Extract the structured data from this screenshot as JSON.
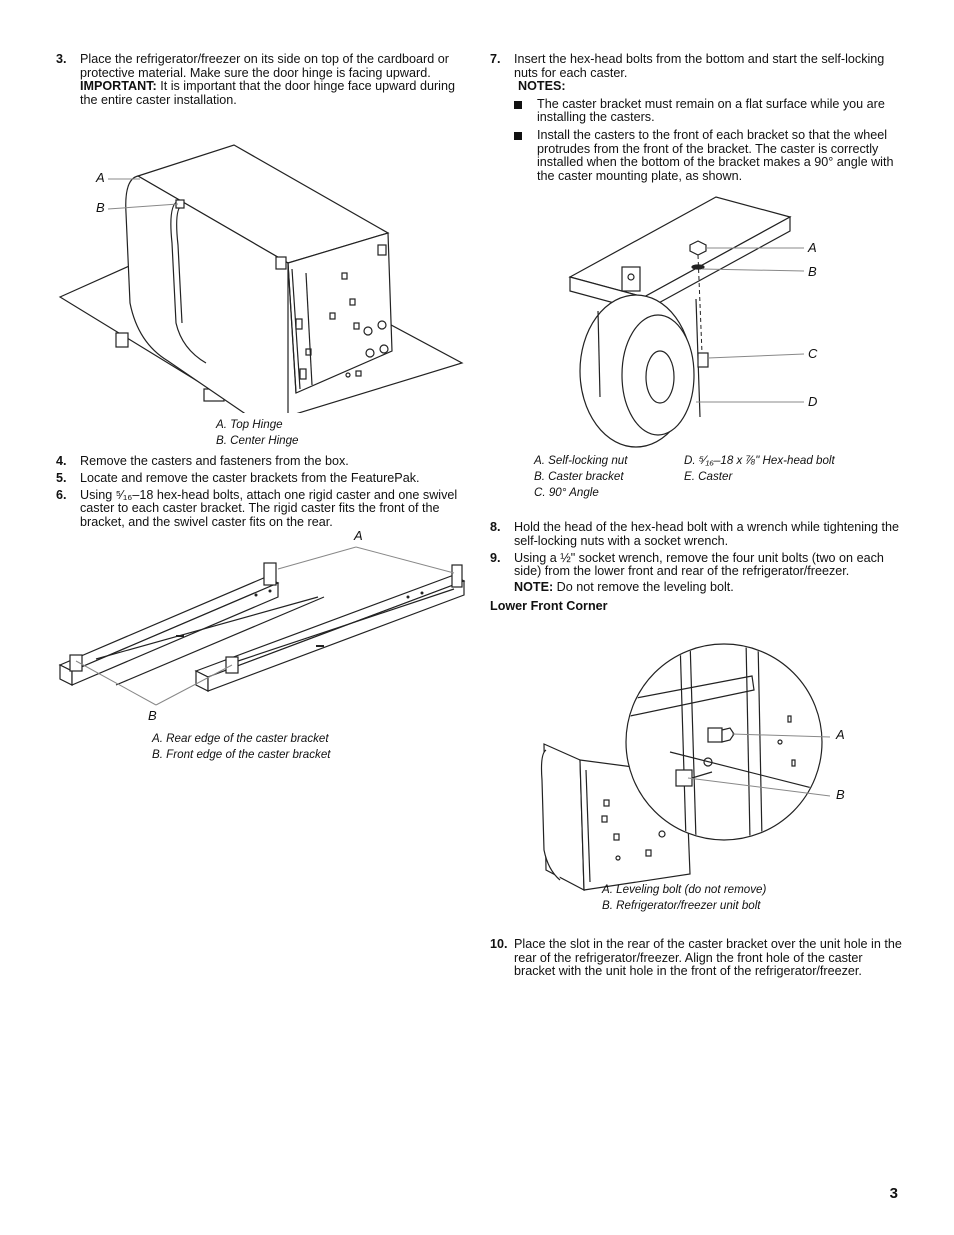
{
  "page_number": "3",
  "left": {
    "step3": {
      "num": "3.",
      "text": "Place the refrigerator/freezer on its side on top of the cardboard or protective material. Make sure the door hinge is facing upward.",
      "important_label": "IMPORTANT:",
      "important_text": " It is important that the door hinge face upward during the entire caster installation."
    },
    "fig1": {
      "label_a": "A",
      "label_b": "B",
      "caption_a": "A. Top Hinge",
      "caption_b": "B. Center Hinge"
    },
    "step4": {
      "num": "4.",
      "text": "Remove the casters and fasteners from the box."
    },
    "step5": {
      "num": "5.",
      "text": "Locate and remove the caster brackets from the FeaturePak."
    },
    "step6": {
      "num": "6.",
      "text": "Using ⁵⁄₁₆–18 hex-head bolts, attach one rigid caster and one swivel caster to each caster bracket. The rigid caster fits the front of the bracket, and the swivel caster fits on the rear."
    },
    "fig2": {
      "label_a": "A",
      "label_b": "B",
      "caption_a": "A. Rear edge of the caster bracket",
      "caption_b": "B. Front edge of the caster bracket"
    }
  },
  "right": {
    "step7": {
      "num": "7.",
      "text": "Insert the hex-head bolts from the bottom and start the self-locking nuts for each caster.",
      "notes_label": "NOTES:",
      "bullets": [
        "The caster bracket must remain on a flat surface while you are installing the casters.",
        "Install the casters to the front of each bracket so that the wheel protrudes from the front of the bracket. The caster is correctly installed when the bottom of the bracket makes a 90° angle with the caster mounting plate, as shown."
      ]
    },
    "fig3": {
      "label_a": "A",
      "label_b": "B",
      "label_c": "C",
      "label_d": "D",
      "caption_a": "A. Self-locking nut",
      "caption_b": "B. Caster bracket",
      "caption_c": "C. 90° Angle",
      "caption_d": "D. ⁵⁄₁₆–18 x ⅞\" Hex-head bolt",
      "caption_e": "E. Caster"
    },
    "step8": {
      "num": "8.",
      "text": "Hold the head of the hex-head bolt with a wrench while tightening the self-locking nuts with a socket wrench."
    },
    "step9": {
      "num": "9.",
      "text": "Using a ½\" socket wrench, remove the four unit bolts (two on each side) from the lower front and rear of the refrigerator/freezer.",
      "note_label": "NOTE:",
      "note_text": " Do not remove the leveling bolt."
    },
    "section_heading": "Lower Front Corner",
    "fig4": {
      "label_a": "A",
      "label_b": "B",
      "caption_a": "A. Leveling bolt (do not remove)",
      "caption_b": "B. Refrigerator/freezer unit bolt"
    },
    "step10": {
      "num": "10.",
      "text": "Place the slot in the rear of the caster bracket over the unit hole in the rear of the refrigerator/freezer. Align the front hole of the caster bracket with the unit hole in the front of the refrigerator/freezer."
    }
  }
}
